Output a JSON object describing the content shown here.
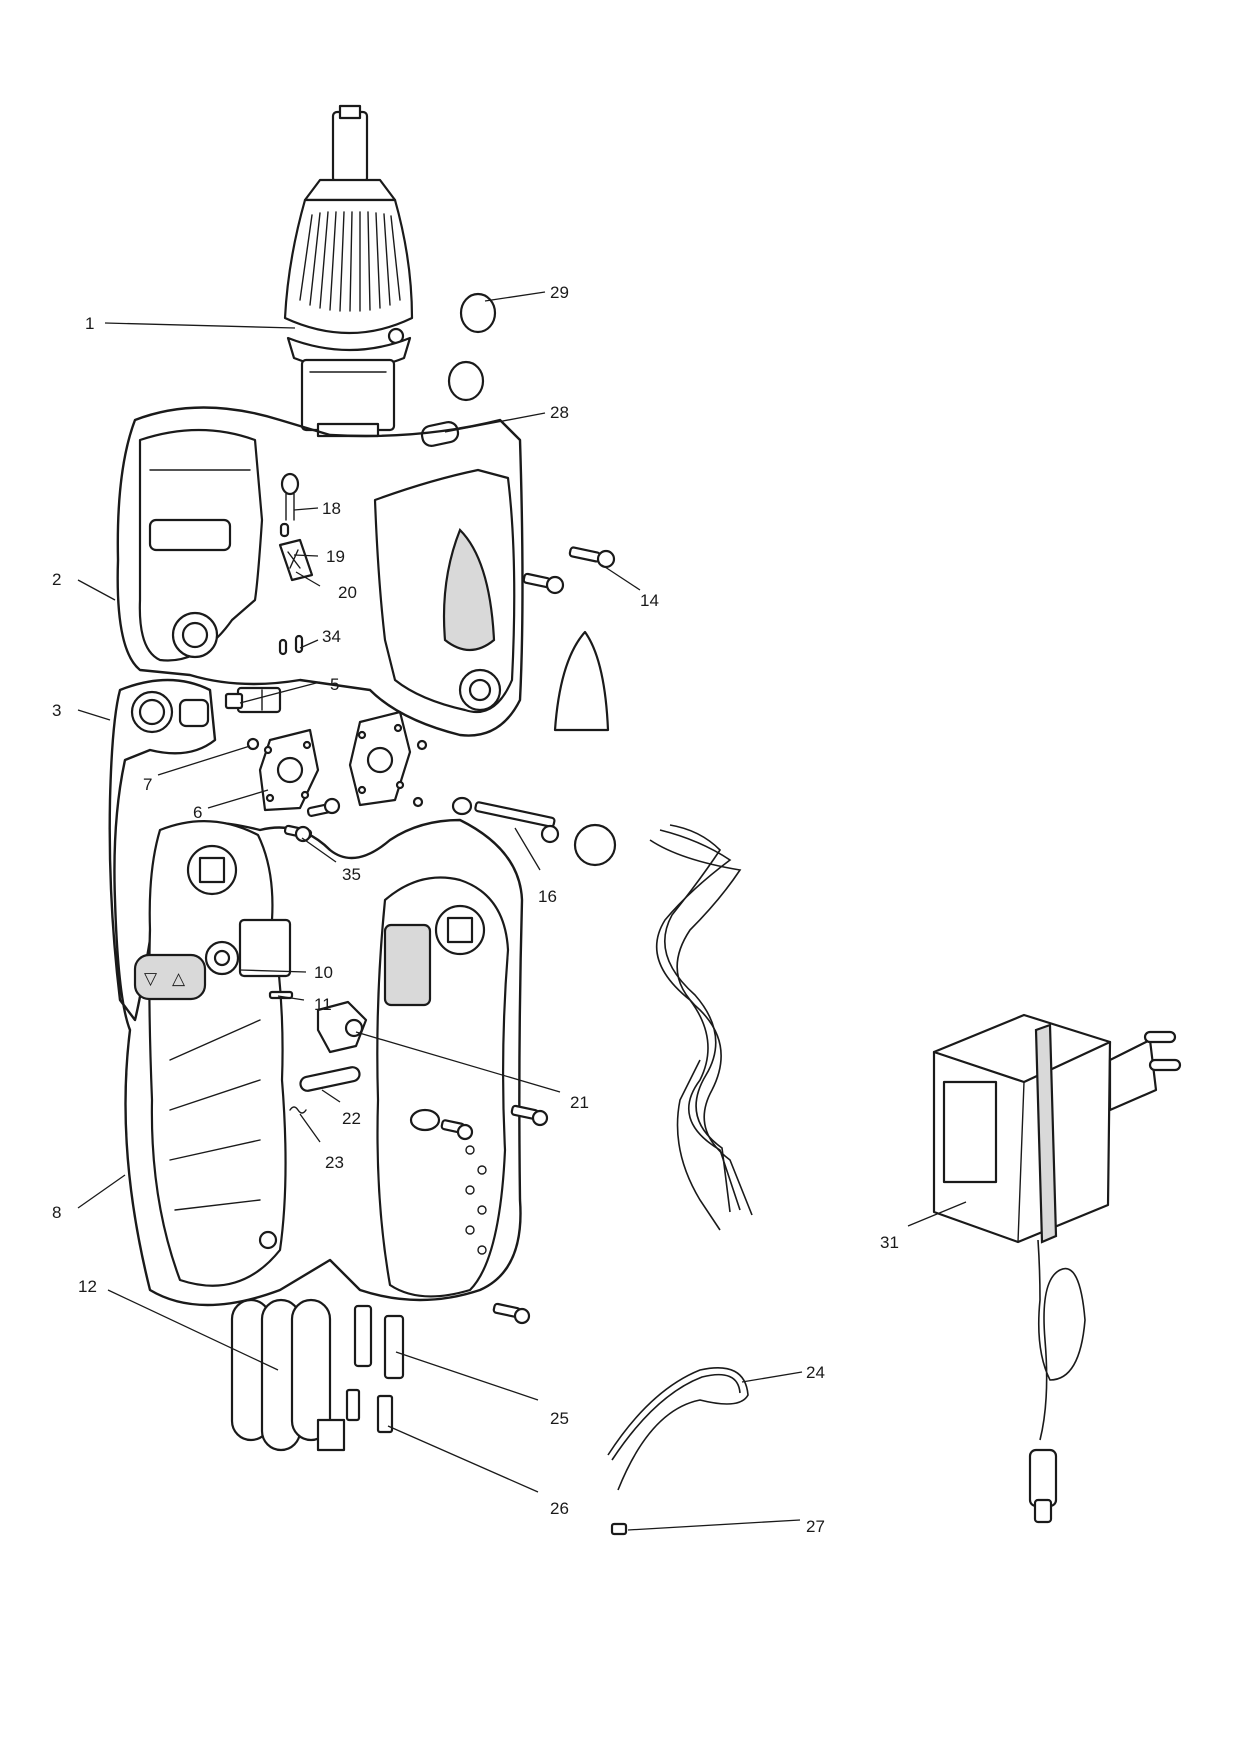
{
  "callouts": [
    {
      "id": "c1",
      "label": "1"
    },
    {
      "id": "c2",
      "label": "2"
    },
    {
      "id": "c3",
      "label": "3"
    },
    {
      "id": "c5",
      "label": "5"
    },
    {
      "id": "c6",
      "label": "6"
    },
    {
      "id": "c7",
      "label": "7"
    },
    {
      "id": "c8",
      "label": "8"
    },
    {
      "id": "c10",
      "label": "10"
    },
    {
      "id": "c11",
      "label": "11"
    },
    {
      "id": "c12",
      "label": "12"
    },
    {
      "id": "c14",
      "label": "14"
    },
    {
      "id": "c16",
      "label": "16"
    },
    {
      "id": "c18",
      "label": "18"
    },
    {
      "id": "c19",
      "label": "19"
    },
    {
      "id": "c20",
      "label": "20"
    },
    {
      "id": "c21",
      "label": "21"
    },
    {
      "id": "c22",
      "label": "22"
    },
    {
      "id": "c23",
      "label": "23"
    },
    {
      "id": "c24",
      "label": "24"
    },
    {
      "id": "c25",
      "label": "25"
    },
    {
      "id": "c26",
      "label": "26"
    },
    {
      "id": "c27",
      "label": "27"
    },
    {
      "id": "c28",
      "label": "28"
    },
    {
      "id": "c29",
      "label": "29"
    },
    {
      "id": "c31",
      "label": "31"
    },
    {
      "id": "c34",
      "label": "34"
    },
    {
      "id": "c35",
      "label": "35"
    }
  ],
  "switch_symbols": {
    "reverse": "▽",
    "forward": "△"
  }
}
